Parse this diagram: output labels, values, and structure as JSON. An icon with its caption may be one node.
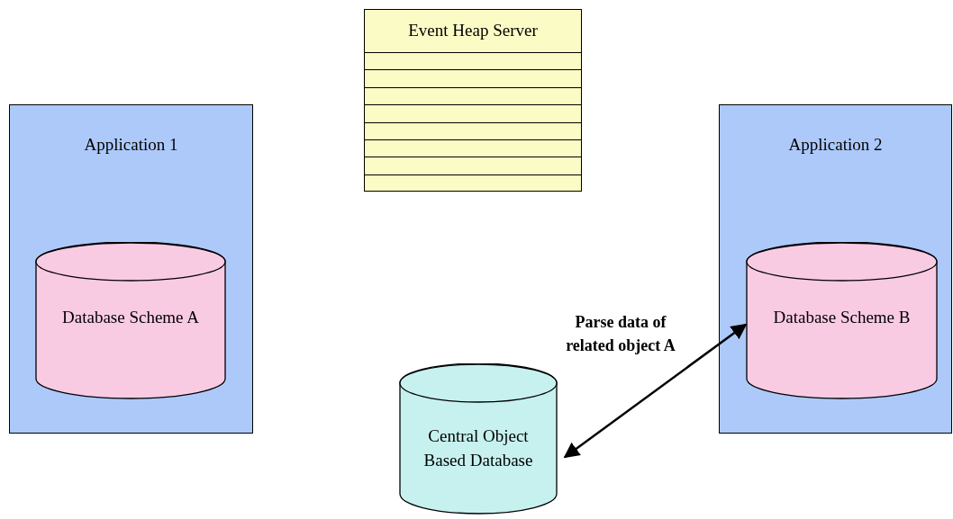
{
  "diagram": {
    "nodes": [
      {
        "text": [
          "Event Heap Server"
        ]
      },
      {
        "text": [
          "Application 1"
        ]
      },
      {
        "text": [
          "Database Scheme A"
        ],
        "in": 1
      },
      {
        "text": [
          "Application 2"
        ]
      },
      {
        "text": [
          "Database Scheme B"
        ],
        "in": 3
      },
      {
        "text": [
          "Central Object Based Database"
        ]
      }
    ],
    "edges": [
      {
        "from": 5,
        "to": 4,
        "arrow": "both",
        "label": "Parse data of related object A"
      }
    ]
  }
}
